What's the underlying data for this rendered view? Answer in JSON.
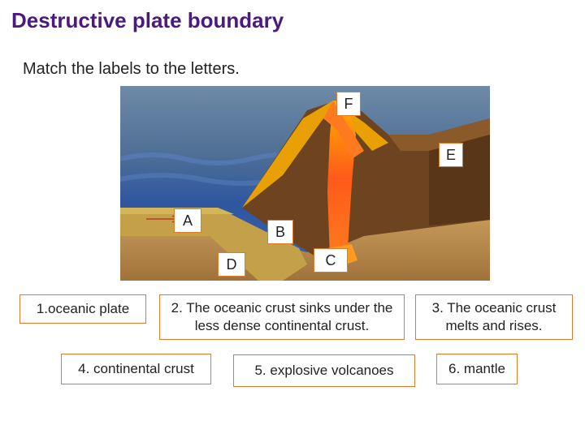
{
  "title": "Destructive plate boundary",
  "instruction": "Match the labels to the letters.",
  "diagram_letters": {
    "F": "F",
    "E": "E",
    "A": "A",
    "B": "B",
    "D": "D",
    "C": "C"
  },
  "cards": [
    {
      "text": "1.oceanic plate"
    },
    {
      "text": "2. The oceanic crust sinks under the less dense continental crust."
    },
    {
      "text": "3. The oceanic crust melts and rises."
    },
    {
      "text": "4. continental crust"
    },
    {
      "text": "5. explosive volcanoes"
    },
    {
      "text": "6. mantle"
    }
  ],
  "colors": {
    "title": "#4b1a7e",
    "card_border": "#e07b2e",
    "ocean": "#2d5aa0",
    "magma": "#ff5a1a",
    "crust": "#7a4a22",
    "mantle": "#b98a4a"
  }
}
